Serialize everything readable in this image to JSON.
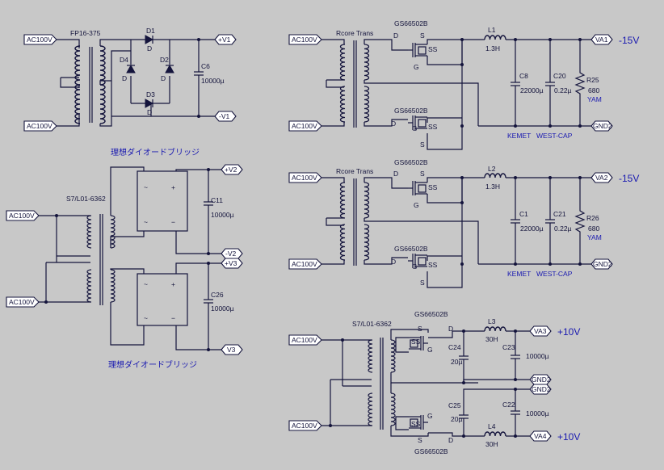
{
  "ports": {
    "ac": "AC100V",
    "pos_v1": "+V1",
    "neg_v1": "-V1",
    "pos_v2": "+V2",
    "neg_v2": "-V2",
    "pos_v3": "+V3",
    "neg_v3": "V3",
    "va1": "VA1",
    "va2": "VA2",
    "va3": "VA3",
    "va4": "VA4",
    "gnd2": "GND2"
  },
  "parts": {
    "t1": "FP16-375",
    "d1": "D1",
    "d2": "D2",
    "d3": "D3",
    "d4": "D4",
    "d": "D",
    "c6": "C6",
    "c6_val": "10000µ",
    "bridge_caption": "理想ダイオードブリッジ",
    "t2": "S7/L01-6362",
    "c11": "C11",
    "c11_val": "10000µ",
    "c26": "C26",
    "c26_val": "10000µ",
    "plus": "+",
    "minus": "−",
    "tilde": "~",
    "rcore": "Rcore Trans",
    "mosfet": "GS66502B",
    "pin_d": "D",
    "pin_s": "S",
    "pin_g": "G",
    "pin_ss": "SS",
    "l1": "L1",
    "l1_val": "1.3H",
    "l2": "L2",
    "l2_val": "1.3H",
    "c8": "C8",
    "c8_val": "22000µ",
    "c20": "C20",
    "c20_val": "0.22µ",
    "r25": "R25",
    "r25_val": "680",
    "r25_brand": "YAM",
    "c1": "C1",
    "c1_val": "22000µ",
    "c21": "C21",
    "c21_val": "0.22µ",
    "r26": "R26",
    "r26_val": "680",
    "r26_brand": "YAM",
    "kemet": "KEMET",
    "westcap": "WEST-CAP",
    "out1": "-15V",
    "out2": "-15V",
    "t3": "S7/L01-6362",
    "c24": "C24",
    "c24_val": "20µ",
    "c25": "C25",
    "c25_val": "20µ",
    "l3": "L3",
    "l3_val": "30H",
    "l4": "L4",
    "l4_val": "30H",
    "c23": "C23",
    "c23_val": "10000µ",
    "c22": "C22",
    "c22_val": "10000µ",
    "out3": "+10V",
    "out4": "+10V"
  },
  "colors": {
    "background": "#c8c8c8",
    "wire": "#14143c",
    "accent_text": "#1919b0"
  }
}
